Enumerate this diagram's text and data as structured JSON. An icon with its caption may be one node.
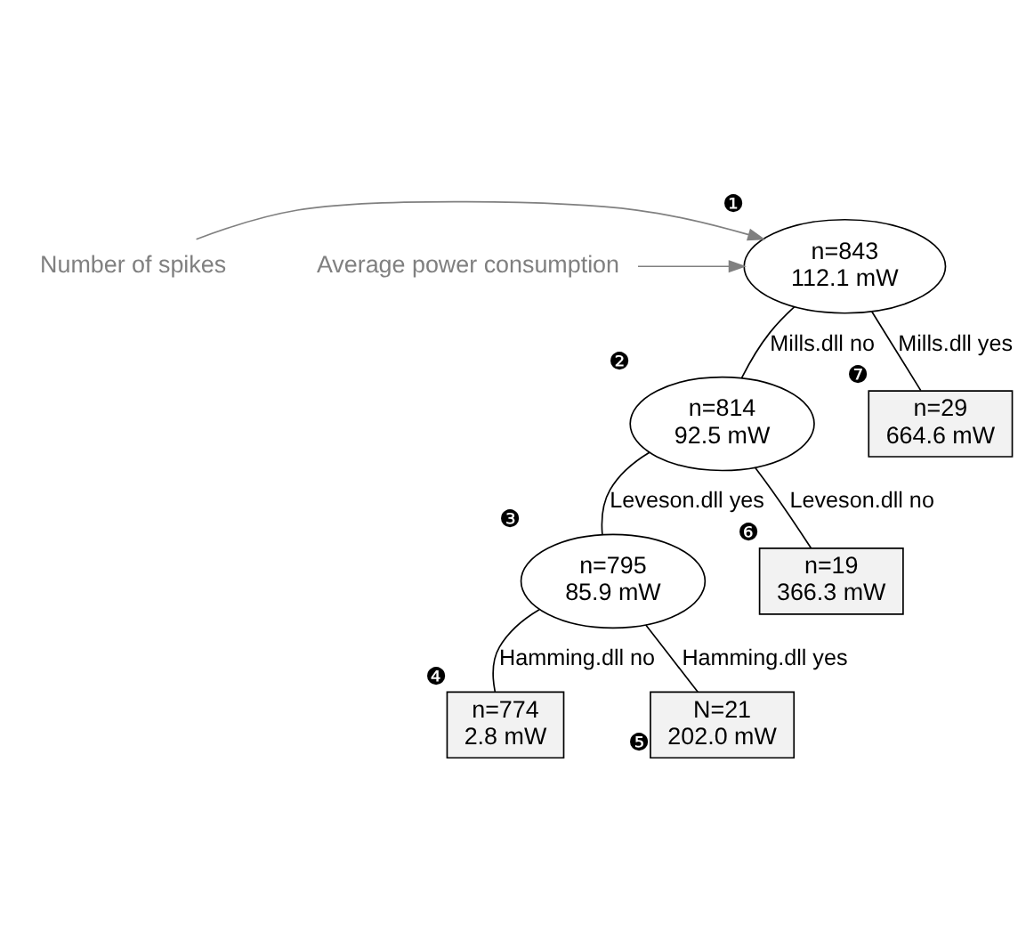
{
  "diagram": {
    "nodes": [
      {
        "text": [
          "Number of spikes"
        ]
      },
      {
        "text": [
          "Average power consumption"
        ]
      },
      {
        "text": [
          "n=843",
          "112.1 mW"
        ],
        "beside": [
          "❶"
        ]
      },
      {
        "text": [
          "n=814",
          "92.5 mW"
        ],
        "beside": [
          "❷"
        ]
      },
      {
        "text": [
          "n=29",
          "664.6 mW"
        ],
        "beside": [
          "❼"
        ]
      },
      {
        "text": [
          "n=795",
          "85.9 mW"
        ],
        "beside": [
          "❸"
        ]
      },
      {
        "text": [
          "n=19",
          "366.3 mW"
        ],
        "beside": [
          "❻"
        ]
      },
      {
        "text": [
          "n=774",
          "2.8 mW"
        ],
        "beside": [
          "❹"
        ]
      },
      {
        "text": [
          "N=21",
          "202.0 mW"
        ],
        "beside": [
          "❺"
        ]
      }
    ],
    "edges": [
      {
        "from": 0,
        "to": 2,
        "arrow": "to",
        "color": "#808080"
      },
      {
        "from": 1,
        "to": 2,
        "arrow": "to",
        "color": "#808080"
      },
      {
        "from": 2,
        "to": 3,
        "arrow": "none",
        "label": "Mills.dll no"
      },
      {
        "from": 2,
        "to": 4,
        "arrow": "none",
        "label": "Mills.dll yes"
      },
      {
        "from": 3,
        "to": 5,
        "arrow": "none",
        "label": "Leveson.dll yes"
      },
      {
        "from": 3,
        "to": 6,
        "arrow": "none",
        "label": "Leveson.dll no"
      },
      {
        "from": 5,
        "to": 7,
        "arrow": "none",
        "label": "Hamming.dll no"
      },
      {
        "from": 5,
        "to": 8,
        "arrow": "none",
        "label": "Hamming.dll yes"
      }
    ]
  }
}
